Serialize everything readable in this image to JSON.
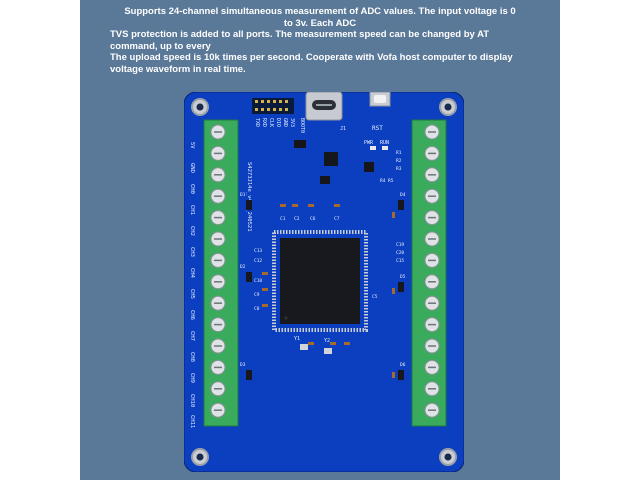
{
  "caption": {
    "lines": [
      "Supports 24-channel simultaneous measurement of ADC values. The input voltage is 0",
      "to 3v. Each ADC",
      "TVS protection is added to all ports. The measurement speed can be changed by AT",
      "command, up to every",
      " The upload speed is 10k times per second. Cooperate with Vofa host computer to display",
      " voltage waveform in real time."
    ]
  },
  "board": {
    "left_pins": [
      "5V",
      "GND",
      "CH0",
      "CH1",
      "CH2",
      "CH3",
      "CH4",
      "CH5",
      "CH6",
      "CH7",
      "CH8",
      "CH9",
      "CH10",
      "CH11"
    ],
    "header_labels": [
      "TXD",
      "RXD",
      "CLK",
      "DIO",
      "GND",
      "3V3",
      "BOOT0"
    ],
    "rst_label": "RST",
    "pwr_labels": [
      "PWR",
      "RUN"
    ],
    "silk_part": "S4273J14e_v4X5_240521",
    "j_label": "J1",
    "crystals": [
      "Y1",
      "Y2"
    ],
    "caps": [
      "C19",
      "C20",
      "C15",
      "C13",
      "C12",
      "C10",
      "C9",
      "C8",
      "C5",
      "C1",
      "C2",
      "C6",
      "C7"
    ],
    "diodes": [
      "D1",
      "D2",
      "D3",
      "D4",
      "D5",
      "D6"
    ],
    "resistors": [
      "R1",
      "R2",
      "R3",
      "R4",
      "R5"
    ],
    "colors": {
      "pcb": "#0b3fc0",
      "terminal": "#3aaa5c",
      "bg": "#5a7898"
    }
  }
}
